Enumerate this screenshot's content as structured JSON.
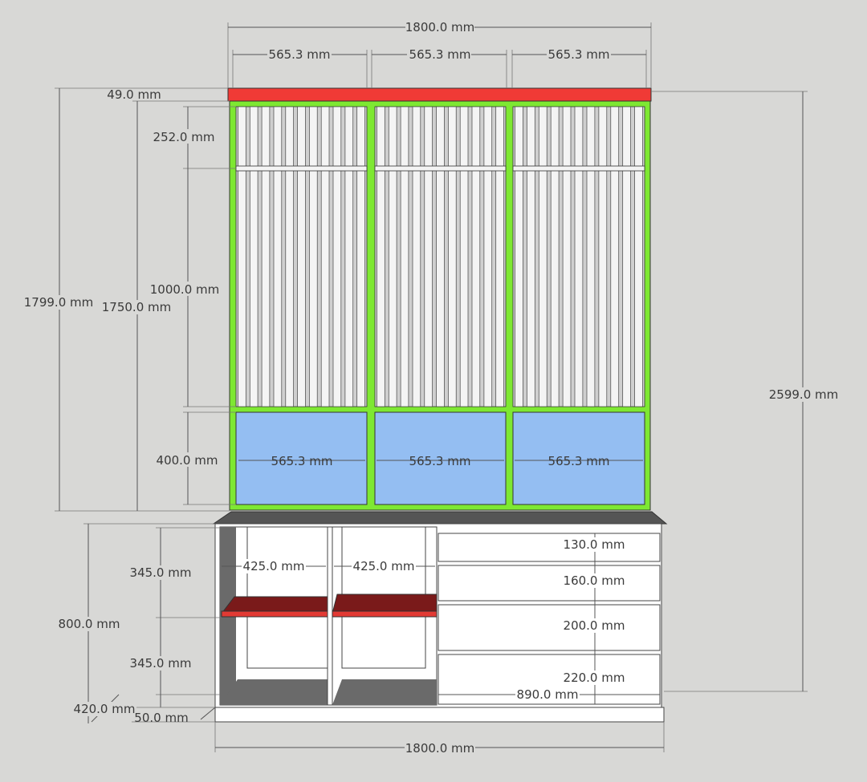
{
  "labels": {
    "total_width_top": "1800.0 mm",
    "panel_width_1": "565.3 mm",
    "panel_width_2": "565.3 mm",
    "panel_width_3": "565.3 mm",
    "cap_height": "49.0 mm",
    "upper_slat_height": "252.0 mm",
    "main_slat_height": "1000.0 mm",
    "lower_panel_height": "400.0 mm",
    "overall_upper_height": "1799.0 mm",
    "frame_height": "1750.0 mm",
    "blue_panel_width_1": "565.3 mm",
    "blue_panel_width_2": "565.3 mm",
    "blue_panel_width_3": "565.3 mm",
    "total_height": "2599.0 mm",
    "cabinet_height": "800.0 mm",
    "upper_cubby_height": "345.0 mm",
    "lower_cubby_height": "345.0 mm",
    "cabinet_depth": "420.0 mm",
    "plinth_height": "50.0 mm",
    "cubby_width_1": "425.0 mm",
    "cubby_width_2": "425.0 mm",
    "drawer_1_height": "130.0 mm",
    "drawer_2_height": "160.0 mm",
    "drawer_3_height": "200.0 mm",
    "drawer_4_height": "220.0 mm",
    "drawer_width": "890.0 mm",
    "total_width_bottom": "1800.0 mm"
  },
  "colors": {
    "background": "#d8d8d6",
    "cap_red": "#f03a36",
    "frame_green": "#7ee832",
    "panel_blue": "#94bef2",
    "slat_white": "#f4f4f4",
    "shelf_red": "#e23a34",
    "shelf_dark": "#7a1a1a",
    "countertop": "#555555",
    "cabinet_white": "#ffffff",
    "cubby_shadow": "#6a6a6a"
  }
}
